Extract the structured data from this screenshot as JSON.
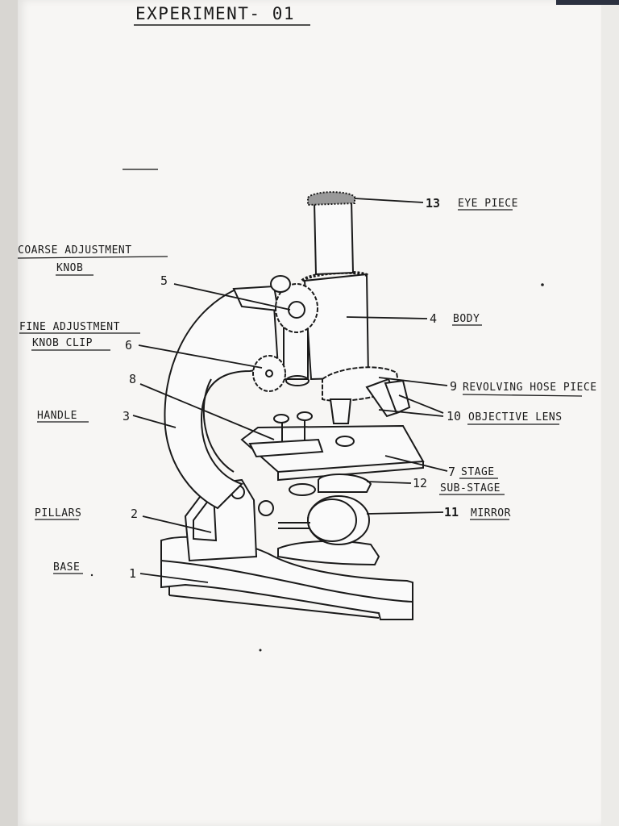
{
  "title": "EXPERIMENT- 01",
  "parts": {
    "eye_piece": {
      "number": "13",
      "name": "EYE PIECE"
    },
    "body": {
      "number": "4",
      "name": "BODY"
    },
    "revolving_nose_piece": {
      "number": "9",
      "name": "REVOLVING HOSE PIECE"
    },
    "objective_lens": {
      "number": "10",
      "name": "OBJECTIVE LENS"
    },
    "stage": {
      "number": "7",
      "name": "STAGE"
    },
    "sub_stage": {
      "number": "12",
      "name": "SUB-STAGE"
    },
    "mirror": {
      "number": "11",
      "name": "MIRROR"
    },
    "coarse_adjustment_knob": {
      "number": "5",
      "name_line1": "COARSE ADJUSTMENT",
      "name_line2": "KNOB"
    },
    "fine_adjustment_knob": {
      "number": "6",
      "name_line1": "FINE ADJUSTMENT",
      "name_line2": "KNOB CLIP"
    },
    "clip": {
      "number": "8"
    },
    "handle": {
      "number": "3",
      "name": "HANDLE"
    },
    "pillars": {
      "number": "2",
      "name": "PILLARS"
    },
    "base": {
      "number": "1",
      "name": "BASE"
    }
  }
}
